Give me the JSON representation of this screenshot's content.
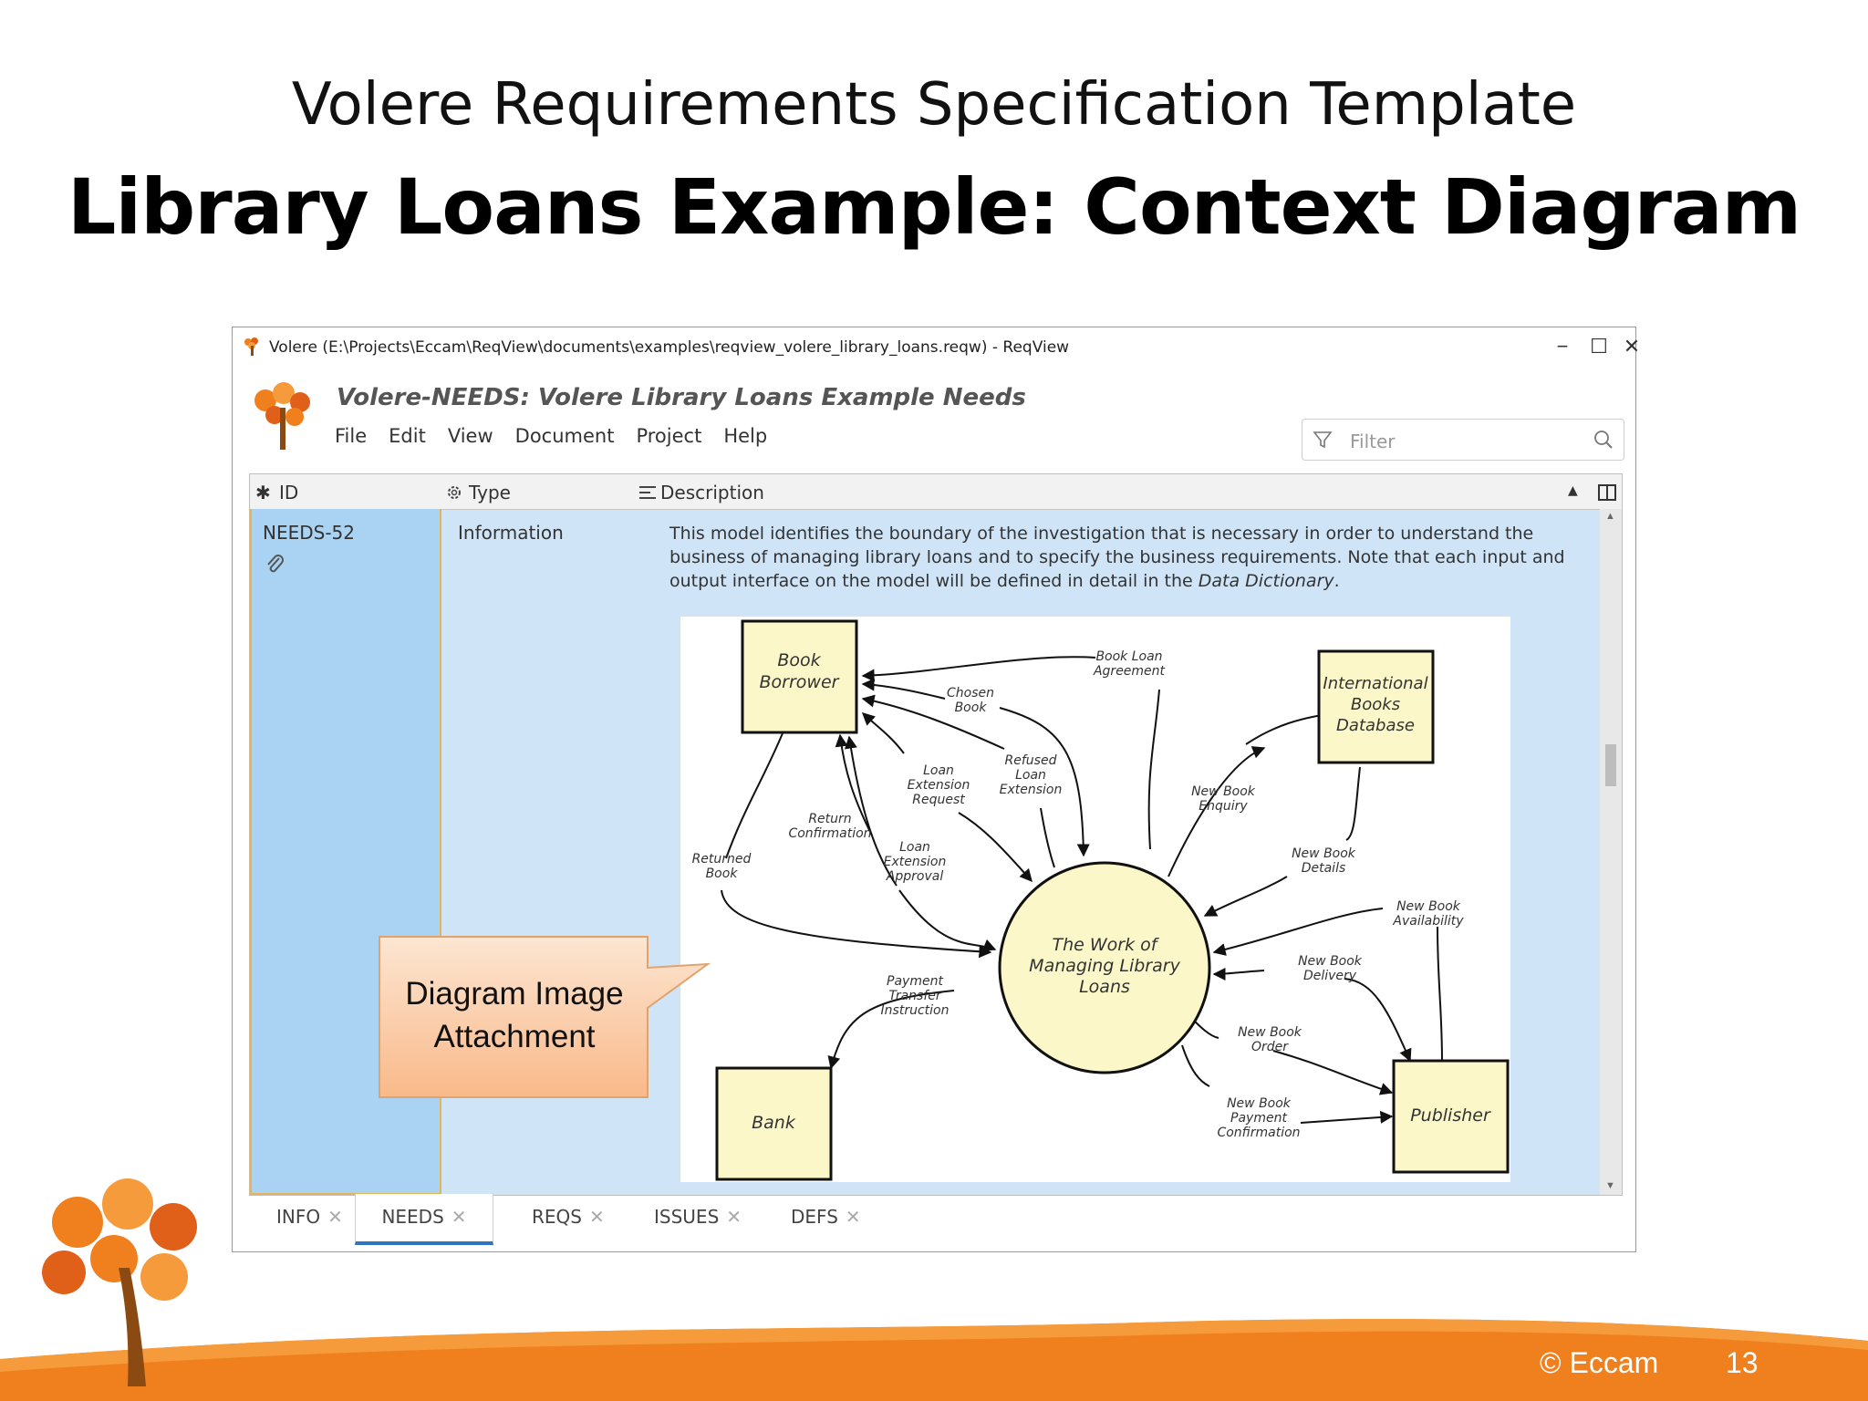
{
  "slide": {
    "subtitle": "Volere Requirements Specification Template",
    "title": "Library Loans Example: Context Diagram",
    "copyright": "© Eccam",
    "page_number": "13"
  },
  "window": {
    "title": "Volere (E:\\Projects\\Eccam\\ReqView\\documents\\examples\\reqview_volere_library_loans.reqw) - ReqView",
    "controls": [
      "−",
      "☐",
      "✕"
    ]
  },
  "app": {
    "document_title": "Volere-NEEDS: Volere Library Loans Example Needs",
    "menu": [
      "File",
      "Edit",
      "View",
      "Document",
      "Project",
      "Help"
    ],
    "filter_placeholder": "Filter"
  },
  "table": {
    "columns": [
      "ID",
      "Type",
      "Description"
    ],
    "row": {
      "id": "NEEDS-52",
      "type": "Information",
      "description_1": "This model identifies the boundary of the investigation that is necessary in order to understand the business of managing library loans and to specify the business requirements. Note that each input and output interface on the model will be defined in detail in the ",
      "description_em": "Data Dictionary",
      "description_2": "."
    }
  },
  "tabs": [
    {
      "label": "INFO",
      "active": false
    },
    {
      "label": "NEEDS",
      "active": true
    },
    {
      "label": "REQS",
      "active": false
    },
    {
      "label": "ISSUES",
      "active": false
    },
    {
      "label": "DEFS",
      "active": false
    }
  ],
  "callout": {
    "line1": "Diagram Image",
    "line2": "Attachment"
  },
  "diagram": {
    "center": [
      "The Work of",
      "Managing Library",
      "Loans"
    ],
    "entities": {
      "book_borrower": [
        "Book",
        "Borrower"
      ],
      "international_db": [
        "International",
        "Books",
        "Database"
      ],
      "bank": [
        "Bank"
      ],
      "publisher": [
        "Publisher"
      ]
    },
    "flows": {
      "book_loan_agreement": [
        "Book Loan",
        "Agreement"
      ],
      "chosen_book": [
        "Chosen",
        "Book"
      ],
      "loan_extension_request": [
        "Loan",
        "Extension",
        "Request"
      ],
      "refused_loan_extension": [
        "Refused",
        "Loan",
        "Extension"
      ],
      "return_confirmation": [
        "Return",
        "Confirmation"
      ],
      "loan_extension_approval": [
        "Loan",
        "Extension",
        "Approval"
      ],
      "returned_book": [
        "Returned",
        "Book"
      ],
      "payment_transfer_instruction": [
        "Payment",
        "Transfer",
        "Instruction"
      ],
      "new_book_enquiry": [
        "New Book",
        "Enquiry"
      ],
      "new_book_details": [
        "New Book",
        "Details"
      ],
      "new_book_availability": [
        "New Book",
        "Availability"
      ],
      "new_book_delivery": [
        "New Book",
        "Delivery"
      ],
      "new_book_order": [
        "New Book",
        "Order"
      ],
      "new_book_payment_confirmation": [
        "New Book",
        "Payment",
        "Confirmation"
      ]
    }
  },
  "colors": {
    "accent_orange": "#f07f1e",
    "row_blue": "#cfe5f7",
    "id_cell_blue": "#a9d2f3",
    "entity_fill": "#fbf7c9",
    "active_tab": "#2f74c0"
  }
}
